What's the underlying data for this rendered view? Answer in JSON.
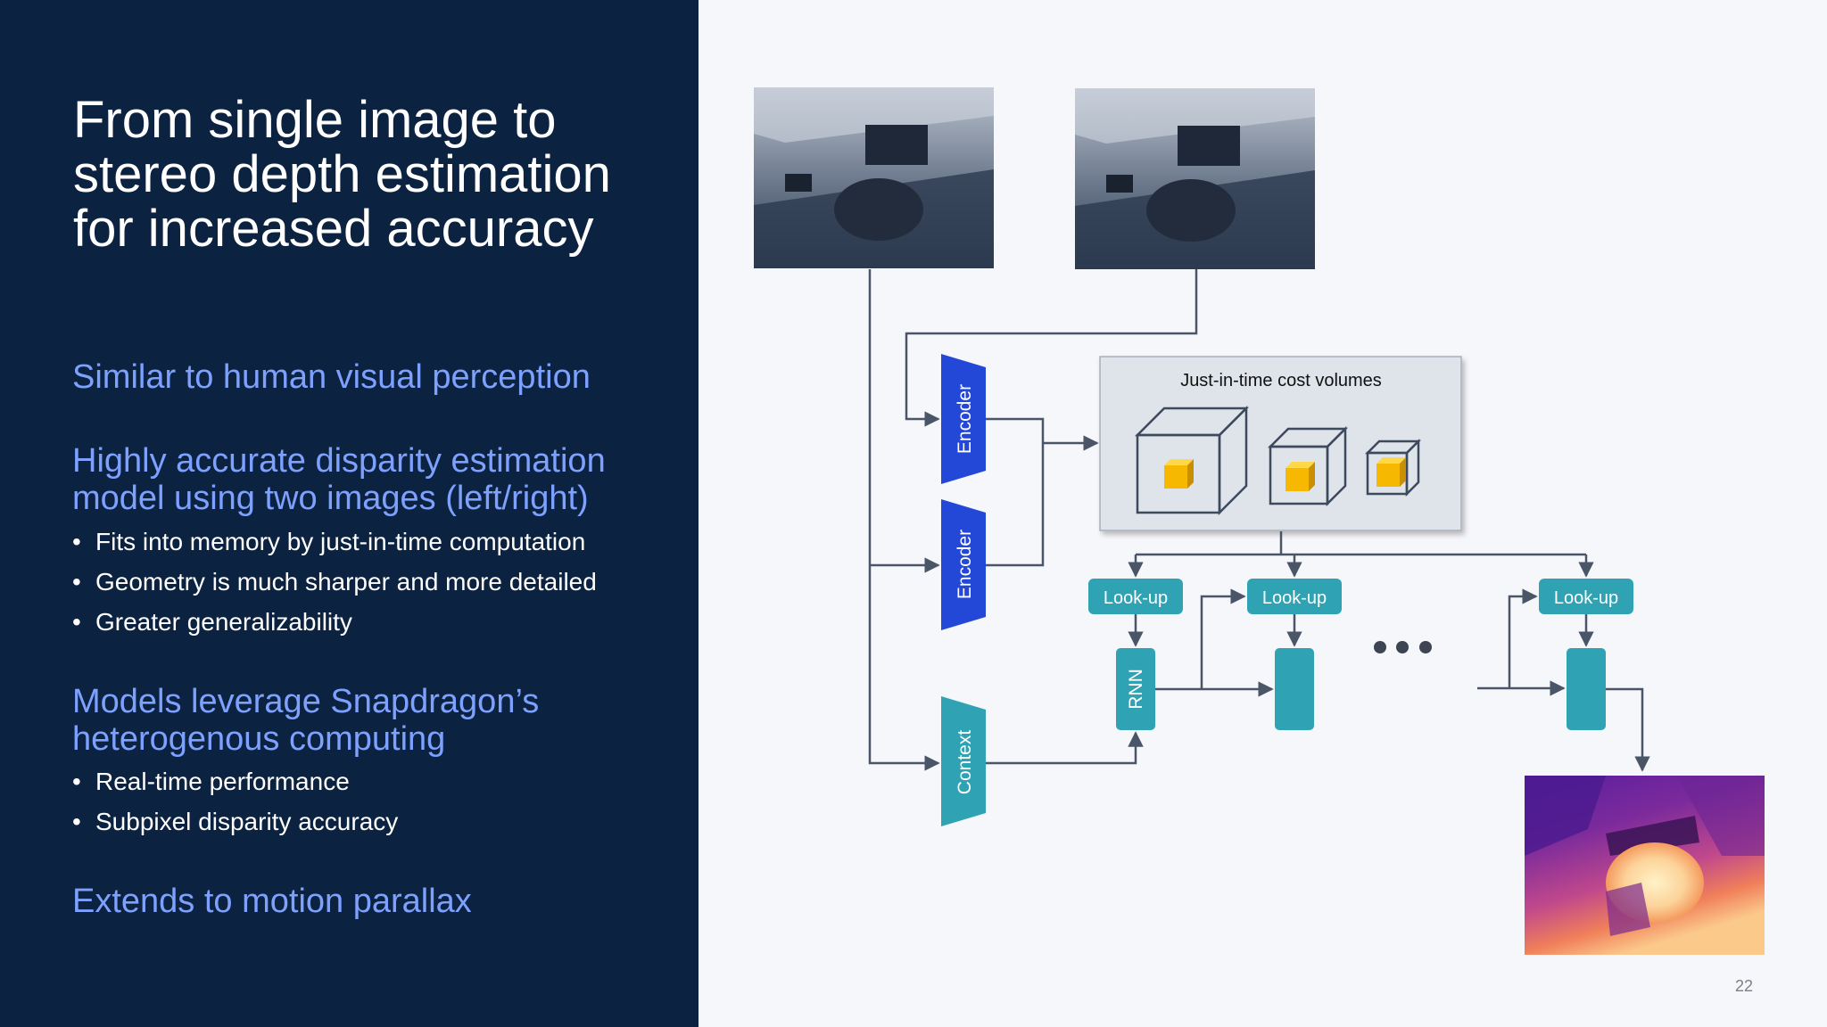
{
  "slide": {
    "title": "From single image to stereo depth estimation for increased accuracy",
    "sections": [
      {
        "heading": "Similar to human visual perception",
        "bullets": []
      },
      {
        "heading": "Highly accurate disparity estimation model using two images (left/right)",
        "bullets": [
          "Fits into memory by just-in-time computation",
          "Geometry is much sharper and more detailed",
          "Greater generalizability"
        ]
      },
      {
        "heading": "Models leverage Snapdragon’s heterogenous computing",
        "bullets": [
          "Real-time performance",
          "Subpixel disparity accuracy"
        ]
      },
      {
        "heading": "Extends to motion parallax",
        "bullets": []
      }
    ],
    "page_number": "22"
  },
  "diagram": {
    "encoder_label": "Encoder",
    "context_label": "Context",
    "cost_volume_label": "Just-in-time cost volumes",
    "lookup_label": "Look-up",
    "rnn_label": "RNN",
    "colors": {
      "panel_bg": "#0b2240",
      "title": "#ffffff",
      "heading": "#7ea1ff",
      "encoder": "#2347d6",
      "teal": "#2fa3b4",
      "arrow": "#4a5568",
      "cube_fill": "#f6b800"
    }
  }
}
